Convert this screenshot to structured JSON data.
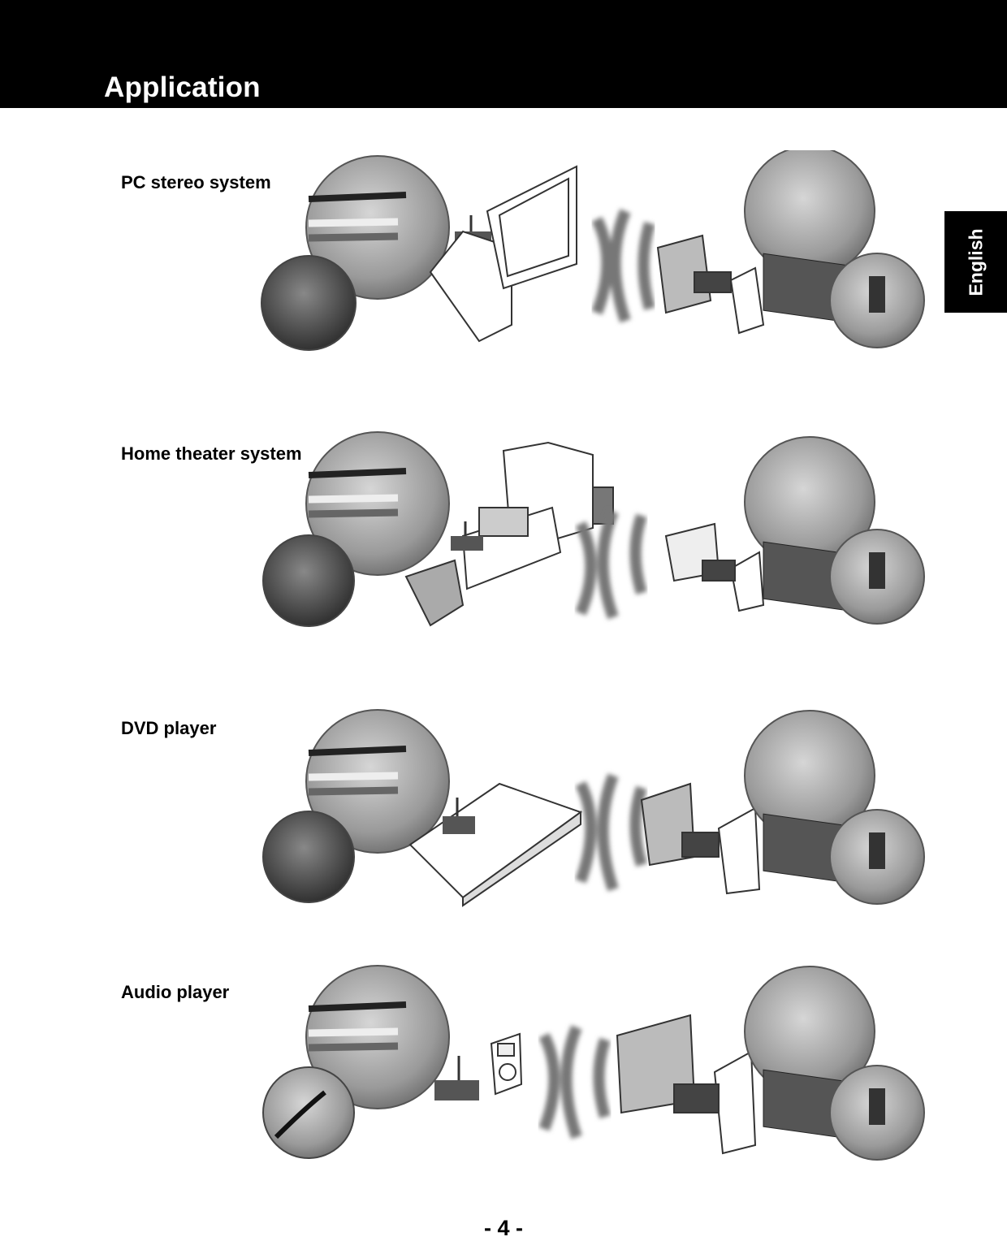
{
  "header": {
    "title": "Application"
  },
  "language_tab": {
    "label": "English"
  },
  "sections": [
    {
      "label": "PC stereo system"
    },
    {
      "label": "Home theater system"
    },
    {
      "label": "DVD player"
    },
    {
      "label": "Audio player"
    }
  ],
  "footer": {
    "page_number": "- 4 -"
  }
}
